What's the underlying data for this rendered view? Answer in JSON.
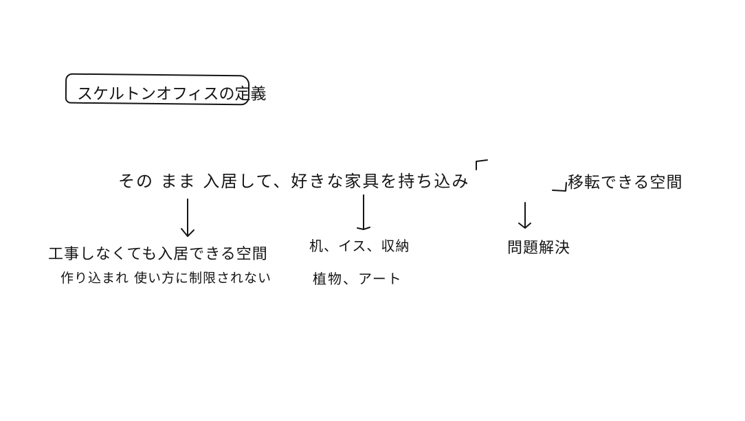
{
  "title": {
    "text": "スケルトンオフィスの定義"
  },
  "main_statement": {
    "text": "その まま 入居して、好きな家具を持ち込み",
    "open_quote": "「",
    "close_quote": "」"
  },
  "side_note": {
    "text": "移転できる空間"
  },
  "branches": [
    {
      "lines": [
        "工事しなくても入居できる空間",
        "作り込まれ 使い方に制限されない"
      ]
    },
    {
      "lines": [
        "机、イス、収納",
        "植物、アート"
      ]
    },
    {
      "lines": [
        "問題解決"
      ]
    }
  ],
  "colors": {
    "ink": "#141414",
    "background": "#ffffff"
  }
}
